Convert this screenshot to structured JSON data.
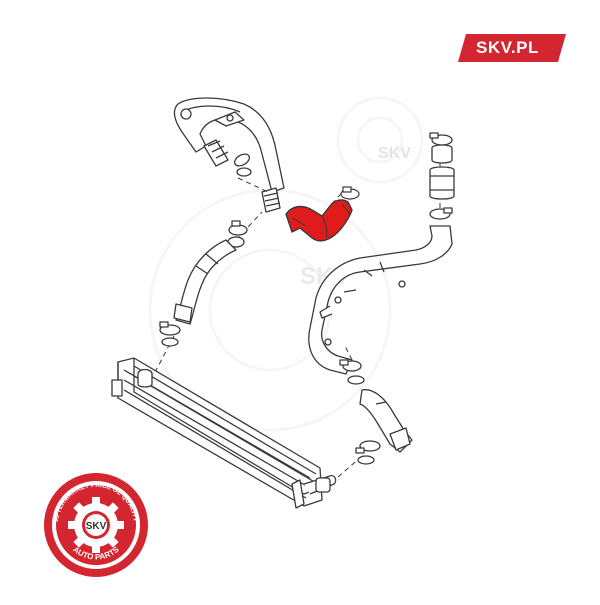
{
  "brand": {
    "tag_label": "SKV.PL",
    "seal_top_text": "AFTERMARKET PRICE OE QUALITY",
    "seal_center_text": "SKV",
    "seal_bottom_text": "AUTO PARTS",
    "watermark_text": "SKV"
  },
  "colors": {
    "brand_red": "#d32630",
    "highlight_part": "#e01b1b",
    "line": "#3a3a3a"
  },
  "diagram": {
    "highlighted_part": "intercooler-hose-highlighted"
  }
}
